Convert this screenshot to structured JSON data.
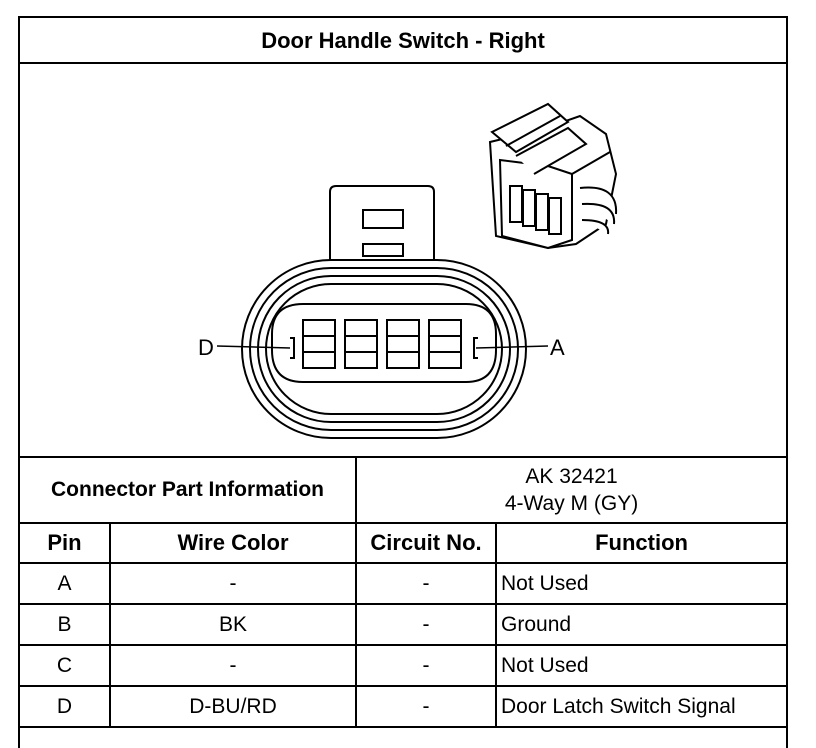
{
  "title": "Door Handle Switch - Right",
  "diagram": {
    "callout_left": "D",
    "callout_right": "A"
  },
  "connector_info": {
    "label": "Connector Part Information",
    "part_number": "AK 32421",
    "description": "4-Way M (GY)"
  },
  "table": {
    "headers": [
      "Pin",
      "Wire Color",
      "Circuit No.",
      "Function"
    ],
    "rows": [
      {
        "pin": "A",
        "wire_color": "-",
        "circuit": "-",
        "function": "Not Used"
      },
      {
        "pin": "B",
        "wire_color": "BK",
        "circuit": "-",
        "function": "Ground"
      },
      {
        "pin": "C",
        "wire_color": "-",
        "circuit": "-",
        "function": "Not Used"
      },
      {
        "pin": "D",
        "wire_color": "D-BU/RD",
        "circuit": "-",
        "function": "Door Latch Switch Signal"
      }
    ]
  }
}
